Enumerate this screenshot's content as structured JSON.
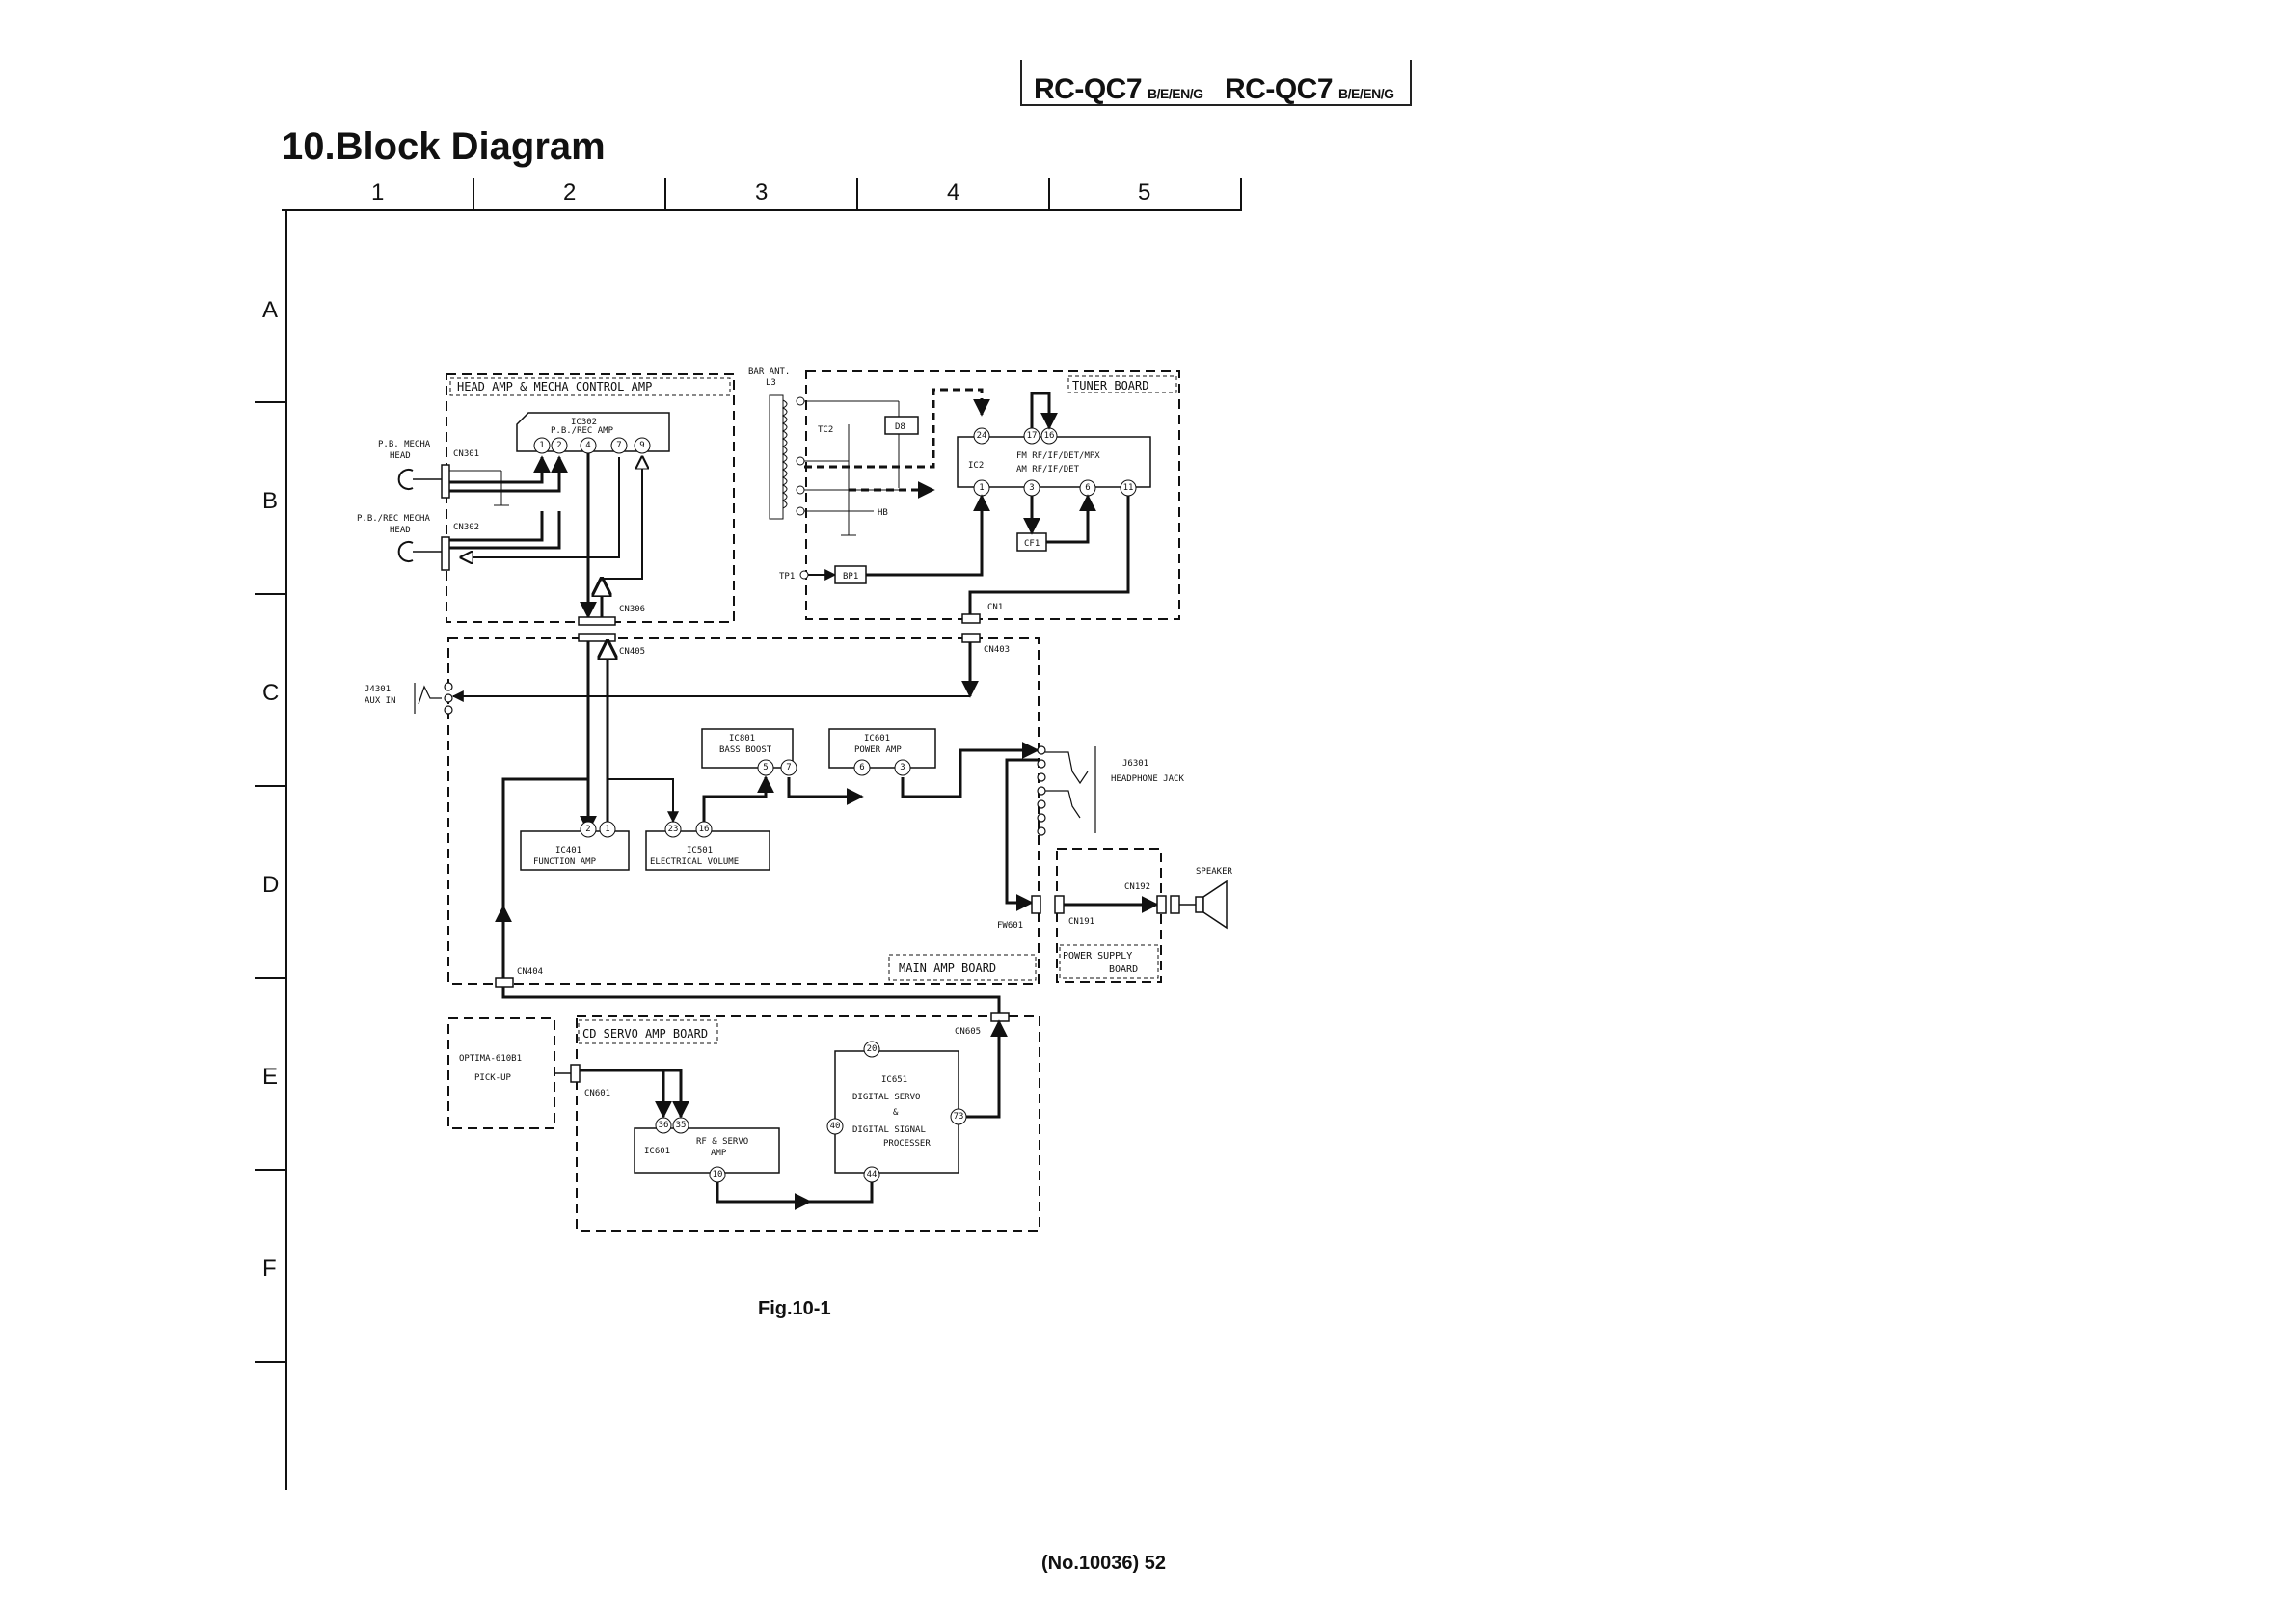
{
  "header": {
    "model_left": "RC-QC7",
    "suffix_left": "B/E/EN/G",
    "model_right": "RC-QC7",
    "suffix_right": "B/E/EN/G"
  },
  "section_title": "10.Block Diagram",
  "grid": {
    "columns": [
      "1",
      "2",
      "3",
      "4",
      "5"
    ],
    "rows": [
      "A",
      "B",
      "C",
      "D",
      "E",
      "F"
    ]
  },
  "blocks": {
    "head_amp": {
      "title": "HEAD AMP & MECHA CONTROL AMP",
      "ic302_name": "IC302",
      "ic302_func": "P.B./REC AMP",
      "pins": [
        "1",
        "2",
        "4",
        "7",
        "9"
      ],
      "cn301": "CN301",
      "cn302": "CN302",
      "cn306": "CN306",
      "pb_head_1": "P.B. MECHA",
      "pb_head_2": "HEAD",
      "rec_head_1": "P.B./REC MECHA",
      "rec_head_2": "HEAD"
    },
    "tuner": {
      "title": "TUNER BOARD",
      "bar_ant_1": "BAR ANT.",
      "bar_ant_2": "L3",
      "tc2": "TC2",
      "d8": "D8",
      "hb": "HB",
      "tp1": "TP1",
      "bp1": "BP1",
      "ic2_name": "IC2",
      "ic2_func_1": "FM RF/IF/DET/MPX",
      "ic2_func_2": "AM RF/IF/DET",
      "pins": [
        "24",
        "17",
        "16",
        "1",
        "3",
        "6",
        "11"
      ],
      "cf1": "CF1",
      "cn1": "CN1"
    },
    "main_amp": {
      "title": "MAIN AMP BOARD",
      "cn405": "CN405",
      "cn403": "CN403",
      "cn404": "CN404",
      "fw601": "FW601",
      "aux_1": "J4301",
      "aux_2": "AUX IN",
      "ic801_name": "IC801",
      "ic801_func": "BASS BOOST",
      "ic801_pins": [
        "5",
        "7"
      ],
      "ic601_name": "IC601",
      "ic601_func": "POWER AMP",
      "ic601_pins": [
        "6",
        "3"
      ],
      "ic401_name": "IC401",
      "ic401_func": "FUNCTION AMP",
      "ic401_pins": [
        "2",
        "1"
      ],
      "ic501_name": "IC501",
      "ic501_func": "ELECTRICAL VOLUME",
      "ic501_pins": [
        "23",
        "16"
      ],
      "jack_1": "J6301",
      "jack_2": "HEADPHONE JACK"
    },
    "power": {
      "title_1": "POWER SUPPLY",
      "title_2": "BOARD",
      "cn191": "CN191",
      "cn192": "CN192",
      "speaker": "SPEAKER"
    },
    "pickup": {
      "line_1": "OPTIMA-610B1",
      "line_2": "PICK-UP"
    },
    "cd_servo": {
      "title": "CD SERVO AMP BOARD",
      "cn601": "CN601",
      "cn605": "CN605",
      "ic601_name": "IC601",
      "ic601_func_1": "RF & SERVO",
      "ic601_func_2": "AMP",
      "ic601_pins": [
        "36",
        "35",
        "10"
      ],
      "ic651_name": "IC651",
      "ic651_func_1": "DIGITAL SERVO",
      "ic651_func_2": "&",
      "ic651_func_3": "DIGITAL SIGNAL",
      "ic651_func_4": "PROCESSER",
      "ic651_pins": [
        "20",
        "40",
        "73",
        "44"
      ]
    }
  },
  "figure_caption": "Fig.10-1",
  "page_number": "(No.10036) 52"
}
